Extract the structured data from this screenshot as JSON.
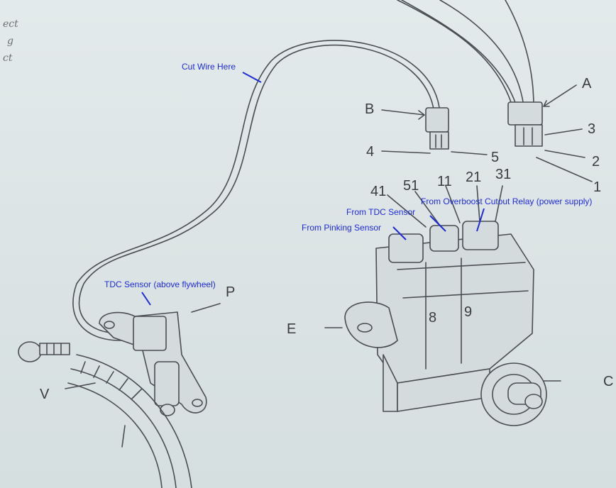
{
  "margin_text": [
    "ect",
    "g",
    "ct"
  ],
  "letters": {
    "A": "A",
    "B": "B",
    "C": "C",
    "E": "E",
    "P": "P",
    "V": "V"
  },
  "numbers": {
    "n1": "1",
    "n2": "2",
    "n3": "3",
    "n4": "4",
    "n5": "5",
    "n8": "8",
    "n9": "9",
    "n11": "11",
    "n21": "21",
    "n31": "31",
    "n41": "41",
    "n51": "51"
  },
  "annotations": {
    "cut_wire": "Cut Wire Here",
    "tdc_sensor_flywheel": "TDC Sensor (above flywheel)",
    "from_tdc": "From TDC Sensor",
    "from_pinking": "From Pinking Sensor",
    "from_overboost": "From Overboost Cutout Relay (power supply)"
  },
  "colors": {
    "annotation": "#1f2bd6",
    "ink": "#4a4d52",
    "paper": "#dfe6e7"
  }
}
